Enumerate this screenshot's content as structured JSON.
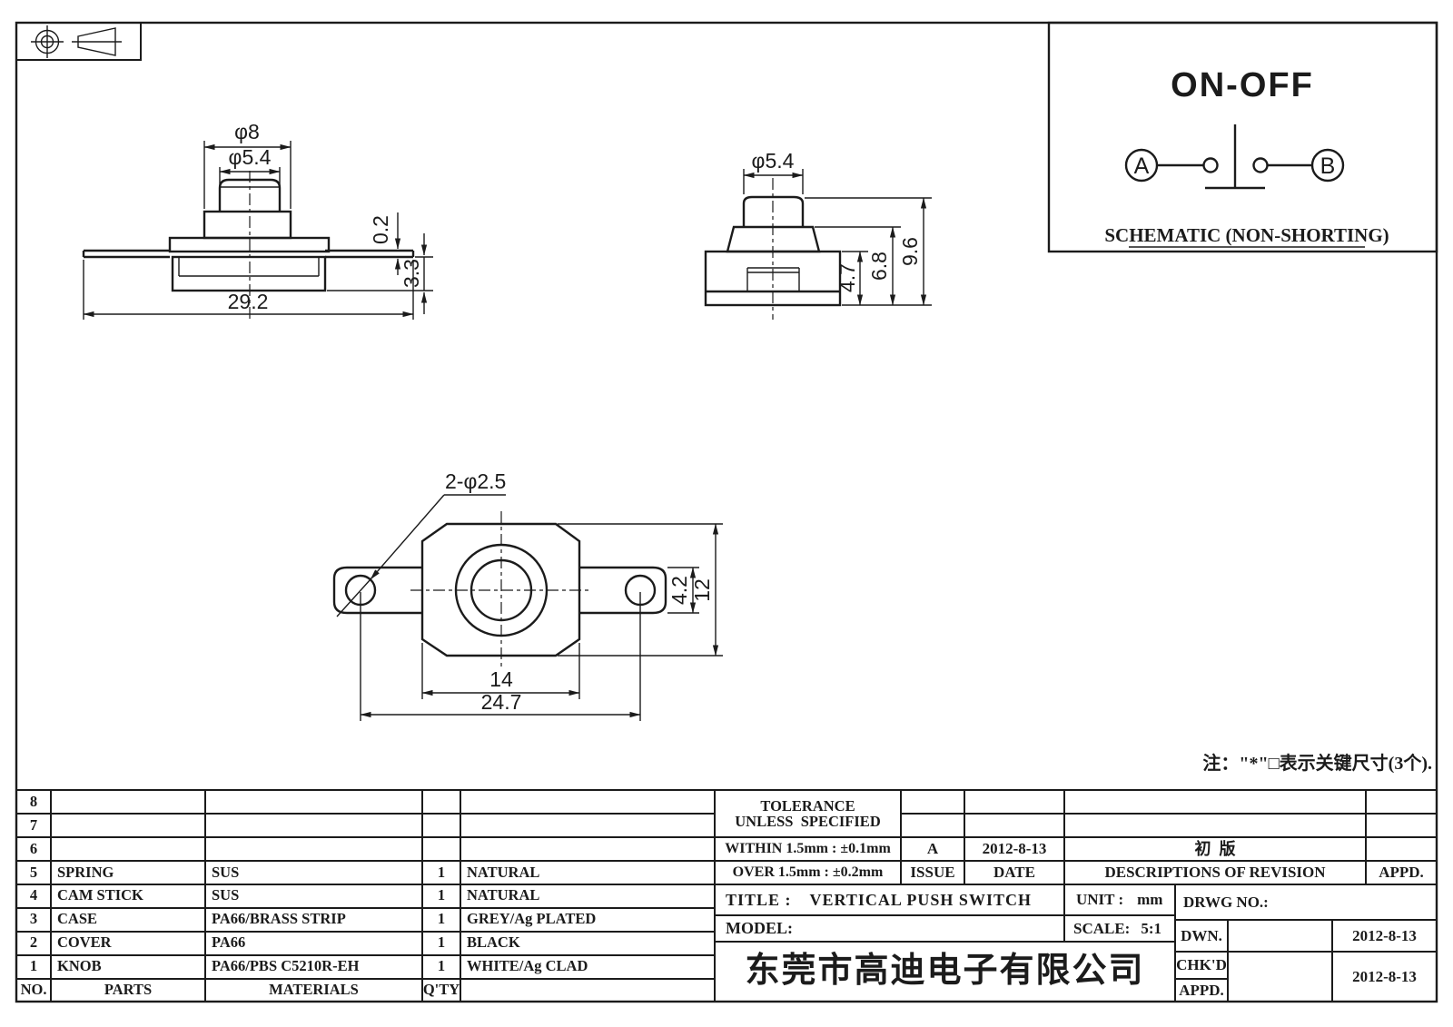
{
  "colors": {
    "ink": "#1b1b1b",
    "paper": "#ffffff"
  },
  "note": "注：\"*\"□表示关键尺寸(3个).",
  "schematic": {
    "title": "ON-OFF",
    "caption": "SCHEMATIC (NON-SHORTING)",
    "terminal_a": "A",
    "terminal_b": "B"
  },
  "front_view": {
    "dia_step": "φ8",
    "dia_knob": "φ5.4",
    "terminal_thickness": "0.2",
    "body_height": "3.3",
    "total_width": "29.2"
  },
  "side_view": {
    "dia_knob": "φ5.4",
    "body_height": "4.7",
    "step_height": "6.8",
    "total_height": "9.6"
  },
  "top_view": {
    "holes": "2-φ2.5",
    "inner_width": "14",
    "hole_span": "24.7",
    "tab_height": "4.2",
    "body_height": "12"
  },
  "parts_table": {
    "rows": [
      {
        "no": "8",
        "part": "",
        "material": "",
        "qty": "",
        "color": ""
      },
      {
        "no": "7",
        "part": "",
        "material": "",
        "qty": "",
        "color": ""
      },
      {
        "no": "6",
        "part": "",
        "material": "",
        "qty": "",
        "color": ""
      },
      {
        "no": "5",
        "part": "SPRING",
        "material": "SUS",
        "qty": "1",
        "color": "NATURAL"
      },
      {
        "no": "4",
        "part": "CAM STICK",
        "material": "SUS",
        "qty": "1",
        "color": "NATURAL"
      },
      {
        "no": "3",
        "part": "CASE",
        "material": "PA66/BRASS STRIP",
        "qty": "1",
        "color": "GREY/Ag PLATED"
      },
      {
        "no": "2",
        "part": "COVER",
        "material": "PA66",
        "qty": "1",
        "color": "BLACK"
      },
      {
        "no": "1",
        "part": "KNOB",
        "material": "PA66/PBS C5210R-EH",
        "qty": "1",
        "color": "WHITE/Ag CLAD"
      },
      {
        "no": "NO.",
        "part": "PARTS",
        "material": "MATERIALS",
        "qty": "Q'TY",
        "color": ""
      }
    ]
  },
  "tolerance": {
    "line1": "TOLERANCE",
    "line2": "UNLESS  SPECIFIED",
    "within": "WITHIN 1.5mm : ±0.1mm",
    "over": "OVER 1.5mm : ±0.2mm"
  },
  "revision": {
    "entry": {
      "issue": "A",
      "date": "2012-8-13",
      "description": "初  版",
      "appd": ""
    },
    "headers": {
      "issue": "ISSUE",
      "date": "DATE",
      "description": "DESCRIPTIONS OF REVISION",
      "appd": "APPD."
    }
  },
  "title_block": {
    "title_label": "TITLE :",
    "title": "VERTICAL PUSH SWITCH",
    "unit_label": "UNIT :",
    "unit": "mm",
    "drwg_label": "DRWG NO.:",
    "model_label": "MODEL:",
    "scale_label": "SCALE:",
    "scale": "5:1",
    "company": "东莞市高迪电子有限公司",
    "dwn_label": "DWN.",
    "chkd_label": "CHK'D",
    "appd_label": "APPD.",
    "dwn_date": "2012-8-13",
    "chkd_date": "2012-8-13"
  }
}
